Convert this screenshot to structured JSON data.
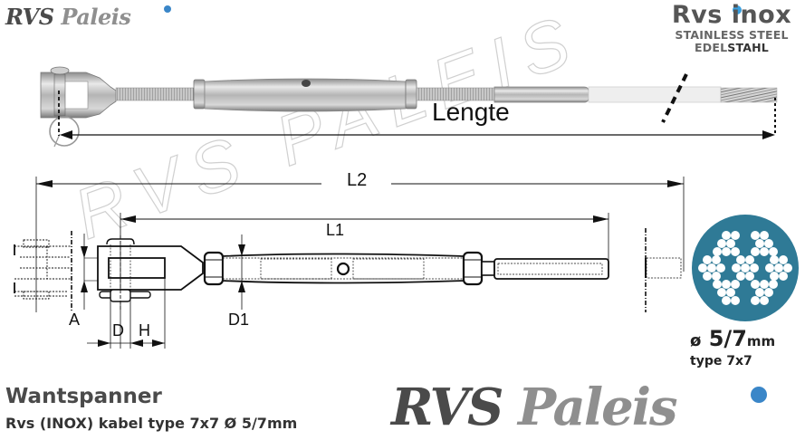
{
  "header": {
    "brand_logo": {
      "rvs": "RVS",
      "paleis": "Paleis",
      "dot_color": "#3a86c8"
    },
    "material_badge": {
      "title": "Rvs inox",
      "line1": "STAINLESS STEEL",
      "line2_prefix": "EDEL",
      "line2_bold": "STAHL",
      "line2_suffix": "",
      "dot_color": "#3aa0e0"
    }
  },
  "photo": {
    "subject": "turnbuckle with fork and swage terminal on steel wire rope",
    "length_label": "Lengte"
  },
  "drawing": {
    "labels": {
      "l2": "L2",
      "l1": "L1",
      "a": "A",
      "d": "D",
      "h": "H",
      "d1": "D1"
    }
  },
  "watermark": {
    "text": "RVS PALEIS"
  },
  "cable": {
    "cross_section_color": "#2f7a96",
    "construction": "7x7",
    "phi": "ø",
    "size": "5/7",
    "unit": "mm",
    "type_label": "type 7x7"
  },
  "footer": {
    "product_title": "Wantspanner",
    "product_subtitle": "Rvs (INOX) kabel type 7x7 Ø 5/7mm",
    "brand_logo": {
      "rvs": "RVS",
      "paleis": "Paleis",
      "dot_color": "#3a86c8"
    }
  }
}
